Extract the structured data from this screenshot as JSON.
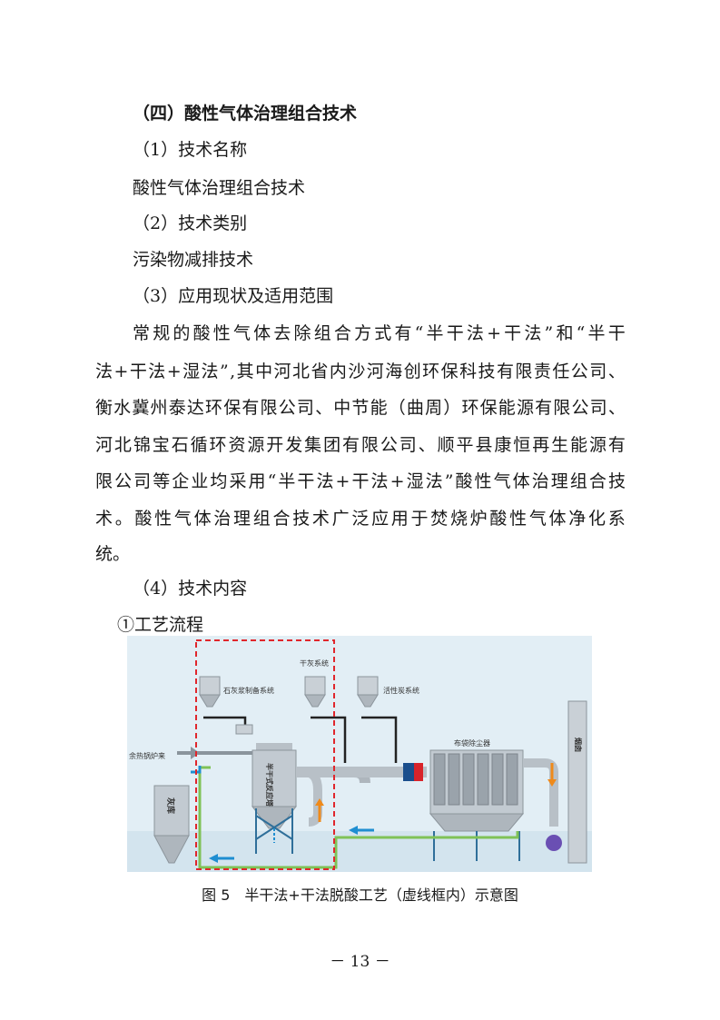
{
  "section_heading": "（四）酸性气体治理组合技术",
  "sub1_label": "（1）技术名称",
  "sub1_text": "酸性气体治理组合技术",
  "sub2_label": "（2）技术类别",
  "sub2_text": "污染物减排技术",
  "sub3_label": "（3）应用现状及适用范围",
  "paragraph_lines": [
    "常规的酸性气体去除组合方式有“半干法+干法”和“半干",
    "法+干法+湿法”,其中河北省内沙河海创环保科技有限责任公司、",
    "衡水冀州泰达环保有限公司、中节能（曲周）环保能源有限公司、",
    "河北锦宝石循环资源开发集团有限公司、顺平县康恒再生能源有",
    "限公司等企业均采用“半干法+干法+湿法”酸性气体治理组合技",
    "术。酸性气体治理组合技术广泛应用于焚烧炉酸性气体净化系",
    "统。"
  ],
  "sub4_label": "（4）技术内容",
  "step1_label": "①工艺流程",
  "figure": {
    "labels": {
      "lime_slurry": "石灰浆制备系统",
      "dry_ash": "干灰系统",
      "activated_carbon": "活性炭系统",
      "boiler_inlet": "余热锅炉来",
      "reactor": "半干式反应塔",
      "ash_silo": "灰库",
      "bag_filter": "布袋除尘器",
      "chimney": "烟囱"
    },
    "colors": {
      "background": "#e2eef5",
      "dashed_box": "#e0262c",
      "steel": "#3a4a57",
      "ash_line": "#7fc257",
      "arrow_blue": "#1f8ed1",
      "arrow_orange": "#ef8a1a",
      "fan": "#6a4fb3",
      "connector": "#d8232a"
    }
  },
  "caption": "图 5　半干法+干法脱酸工艺（虚线框内）示意图",
  "page_number": "－ 13 －"
}
